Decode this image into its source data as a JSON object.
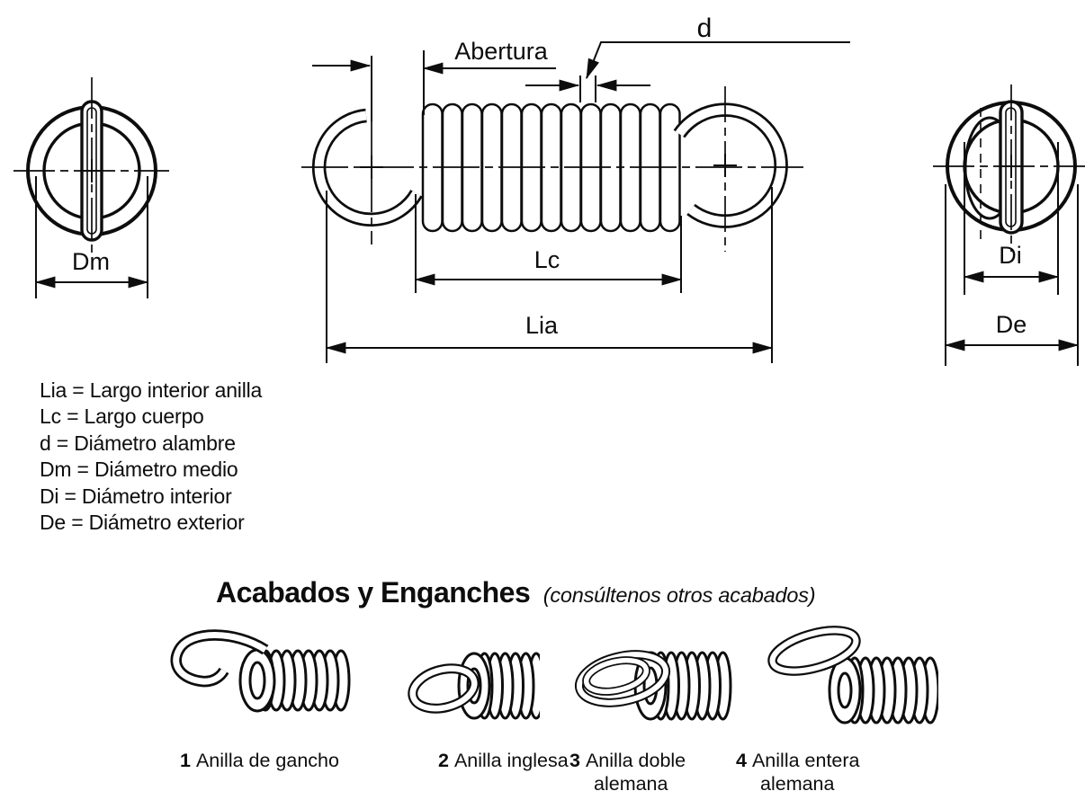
{
  "diagram": {
    "dimension_labels": {
      "abertura": "Abertura",
      "d": "d",
      "dm": "Dm",
      "lc": "Lc",
      "lia": "Lia",
      "di": "Di",
      "de": "De"
    },
    "legend": [
      "Lia = Largo interior anilla",
      "Lc = Largo cuerpo",
      "d = Diámetro alambre",
      "Dm = Diámetro medio",
      "Di = Diámetro interior",
      "De = Diámetro exterior"
    ],
    "section": {
      "title": "Acabados y Enganches",
      "subtitle": "(consúltenos otros acabados)"
    },
    "finishes": [
      {
        "number": "1",
        "label": "Anilla de gancho",
        "label_line2": ""
      },
      {
        "number": "2",
        "label": "Anilla inglesa",
        "label_line2": ""
      },
      {
        "number": "3",
        "label": "Anilla doble",
        "label_line2": "alemana"
      },
      {
        "number": "4",
        "label": "Anilla entera",
        "label_line2": "alemana"
      }
    ],
    "colors": {
      "ink": "#0d0d0d",
      "background": "#ffffff"
    }
  }
}
